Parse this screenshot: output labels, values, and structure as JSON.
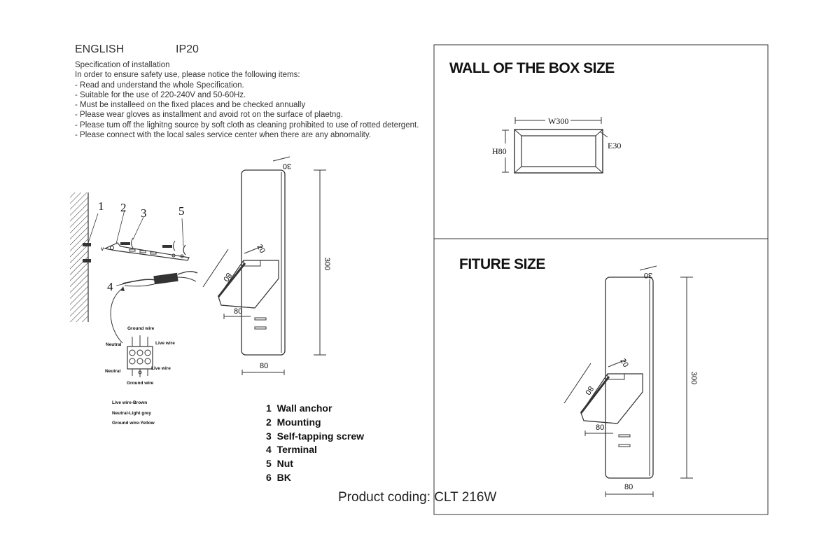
{
  "header": {
    "language": "ENGLISH",
    "ip_rating": "IP20"
  },
  "spec": {
    "title": "Specification of installation",
    "intro": "In order to ensure safety use, please notice the following items:",
    "items": [
      "- Read and understand the whole Specification.",
      "- Suitable for the use of 220-240V and 50-60Hz.",
      "- Must be installeed on the fixed places and be checked annually",
      "- Please wear gloves as installment and avoid rot on the surface of plaetng.",
      "- Please tum off the lighitng source by soft cloth as cleaning prohibited to use of rotted detergent.",
      "- Please connect with the local sales service center when there are any abnomality."
    ]
  },
  "installation": {
    "callouts": [
      "1",
      "2",
      "3",
      "4",
      "5"
    ],
    "wiring": {
      "ground_top": "Ground wire",
      "neutral_top": "Neutral",
      "live_top": "Live wire",
      "neutral_bottom": "Neutral",
      "live_bottom": "Live wire",
      "ground_bottom": "Ground wire"
    },
    "wire_colors": [
      "Live wire-Brown",
      "Neutral-Light grey",
      "Ground wire-Yellow"
    ]
  },
  "fixture_dims_left": {
    "depth_top": "30",
    "height": "300",
    "head_depth": "80",
    "head_angle": "20",
    "head_width": "80",
    "base_width": "80"
  },
  "legend": [
    {
      "num": "1",
      "label": "Wall anchor"
    },
    {
      "num": "2",
      "label": "Mounting"
    },
    {
      "num": "3",
      "label": "Self-tapping screw"
    },
    {
      "num": "4",
      "label": "Terminal"
    },
    {
      "num": "5",
      "label": "Nut"
    },
    {
      "num": "6",
      "label": "BK"
    }
  ],
  "box_panel": {
    "title": "WALL OF THE BOX SIZE",
    "width": "W300",
    "height": "H80",
    "depth": "E30"
  },
  "fixture_panel": {
    "title": "FITURE SIZE",
    "depth_top": "30",
    "height": "300",
    "head_depth": "80",
    "head_angle": "20",
    "head_width": "80",
    "base_width": "80"
  },
  "product": {
    "coding": "Product coding: CLT 216W"
  }
}
